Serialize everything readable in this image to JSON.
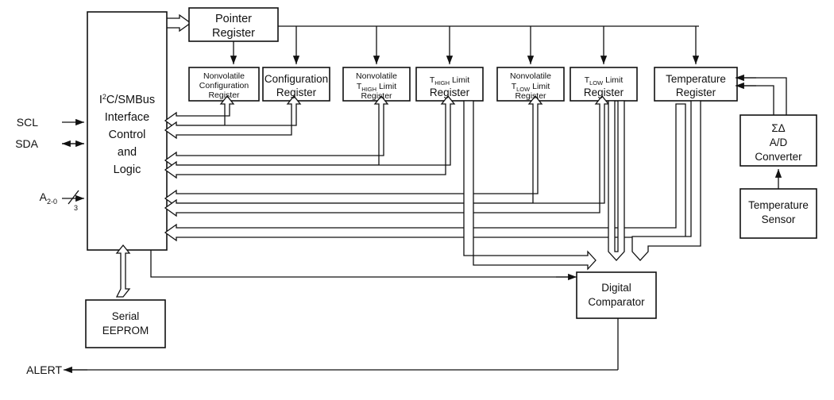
{
  "diagram": {
    "title": "Temperature Sensor Functional Block Diagram",
    "pins": {
      "scl": "SCL",
      "sda": "SDA",
      "addr": "A",
      "addr_sub": "2-0",
      "bus_width": "3",
      "alert": "ALERT"
    },
    "blocks": {
      "interface": {
        "l1": "I",
        "sup": "2",
        "l1b": "C/SMBus",
        "l2": "Interface",
        "l3": "Control",
        "l4": "and",
        "l5": "Logic"
      },
      "pointer": {
        "l1": "Pointer",
        "l2": "Register"
      },
      "nv_config": {
        "l1": "Nonvolatile",
        "l2": "Configuration",
        "l3": "Register"
      },
      "config": {
        "l1": "Configuration",
        "l2": "Register"
      },
      "nv_thigh": {
        "l1": "Nonvolatile",
        "l2a": "T",
        "l2sub": "HIGH",
        "l2b": " Limit",
        "l3": "Register"
      },
      "thigh": {
        "l1a": "T",
        "l1sub": "HIGH",
        "l1b": " Limit",
        "l2": "Register"
      },
      "nv_tlow": {
        "l1": "Nonvolatile",
        "l2a": "T",
        "l2sub": "LOW",
        "l2b": " Limit",
        "l3": "Register"
      },
      "tlow": {
        "l1a": "T",
        "l1sub": "LOW",
        "l1b": " Limit",
        "l2": "Register"
      },
      "temp_reg": {
        "l1": "Temperature",
        "l2": "Register"
      },
      "adc": {
        "l1": "ΣΔ",
        "l2": "A/D",
        "l3": "Converter"
      },
      "temp_sensor": {
        "l1": "Temperature",
        "l2": "Sensor"
      },
      "eeprom": {
        "l1": "Serial",
        "l2": "EEPROM"
      },
      "comparator": {
        "l1": "Digital",
        "l2": "Comparator"
      }
    },
    "colors": {
      "line": "#111111",
      "fill": "#ffffff",
      "background": "#ffffff"
    }
  }
}
